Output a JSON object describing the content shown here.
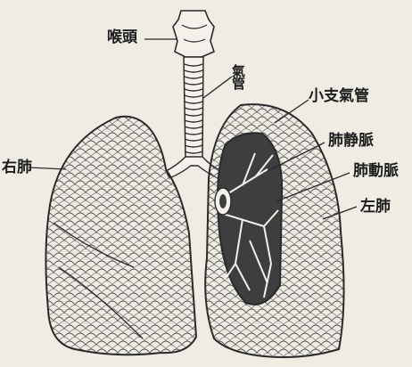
{
  "colors": {
    "paper": "#efece4",
    "ink": "#2a2a2a",
    "lung_fill": "#e6e2d9",
    "cavity": "#3e3e3e"
  },
  "labels": {
    "larynx": "喉頭",
    "trachea": "氣管",
    "right_lung": "右肺",
    "bronchiole": "小支氣管",
    "pulmonary_vein": "肺静脈",
    "pulmonary_artery": "肺動脈",
    "left_lung": "左肺"
  }
}
